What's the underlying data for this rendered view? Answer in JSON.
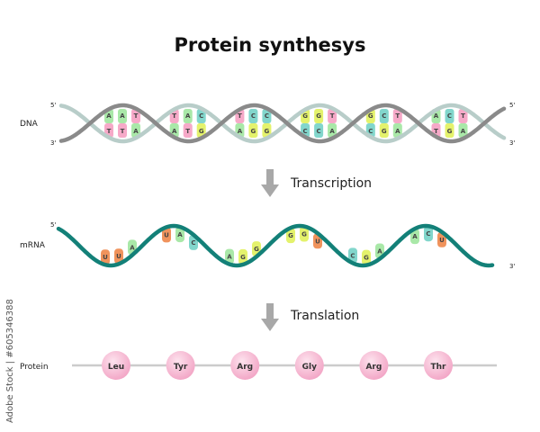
{
  "title": "Protein synthesys",
  "dna": {
    "label": "DNA",
    "left_top_end": "5'",
    "left_bottom_end": "3'",
    "right_top_end": "5'",
    "right_bottom_end": "3'",
    "pairs": [
      {
        "top": [
          "A",
          "A",
          "T"
        ],
        "bottom": [
          "T",
          "T",
          "A"
        ]
      },
      {
        "top": [
          "T",
          "A",
          "C"
        ],
        "bottom": [
          "A",
          "T",
          "G"
        ]
      },
      {
        "top": [
          "T",
          "C",
          "C"
        ],
        "bottom": [
          "A",
          "G",
          "G"
        ]
      },
      {
        "top": [
          "G",
          "G",
          "T"
        ],
        "bottom": [
          "C",
          "C",
          "A"
        ]
      },
      {
        "top": [
          "G",
          "C",
          "T"
        ],
        "bottom": [
          "C",
          "G",
          "A"
        ]
      },
      {
        "top": [
          "A",
          "C",
          "T"
        ],
        "bottom": [
          "T",
          "G",
          "A"
        ]
      }
    ]
  },
  "step1": {
    "label": "Transcription",
    "icon": "arrow-down-icon"
  },
  "mrna": {
    "label": "mRNA",
    "start_end": "5'",
    "finish_end": "3'",
    "codons": [
      [
        "U",
        "U",
        "A"
      ],
      [
        "U",
        "A",
        "C"
      ],
      [
        "A",
        "G",
        "G"
      ],
      [
        "G",
        "G",
        "U"
      ],
      [
        "C",
        "G",
        "A"
      ],
      [
        "A",
        "C",
        "U"
      ]
    ]
  },
  "step2": {
    "label": "Translation",
    "icon": "arrow-down-icon"
  },
  "protein": {
    "label": "Protein",
    "amino_acids": [
      "Leu",
      "Tyr",
      "Arg",
      "Gly",
      "Arg",
      "Thr"
    ]
  },
  "credit": "Adobe Stock | #605346388",
  "colors": {
    "A": "#a9e8a8",
    "T": "#f6a9c8",
    "C": "#82d6cc",
    "G": "#e4f26c",
    "U": "#f0935c",
    "strand_light": "#b8cdc9",
    "strand_dark": "#8a8a8a",
    "mrna_strand": "#138078",
    "amino_acid": "#f6b3cf",
    "arrow": "#a8a8a8"
  }
}
